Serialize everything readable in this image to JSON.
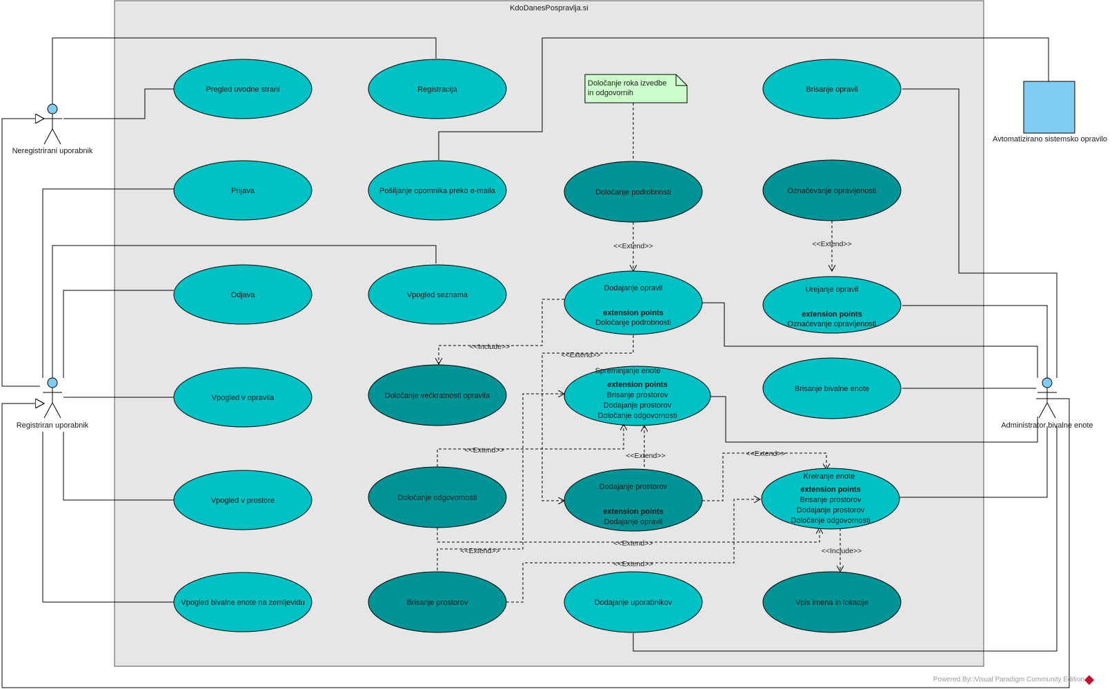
{
  "system": {
    "title": "KdoDanesPospravlja.si"
  },
  "actors": {
    "neregistrirani": "Neregistrirani uporabnik",
    "registriran": "Registriran uporabnik",
    "administrator": "Administrator bivalne enote",
    "avtomatizirano": "Avtomatizirano sistemsko opravilo"
  },
  "note": {
    "line1": "Določanje roka izvedbe",
    "line2": "in odgovornih"
  },
  "use_cases": {
    "pregled": "Pregled uvodne strani",
    "registracija": "Registracija",
    "brisanje_opravil": "Brisanje opravil",
    "prijava": "Prijava",
    "posiljanje": "Pošiljanje opomnika preko e-maila",
    "dolocanje_podrobnosti": "Določanje podrobnosti",
    "oznacevanje": "Označevanje opravljenosti",
    "odjava": "Odjava",
    "vpogled_seznama": "Vpogled seznama",
    "dodajanje_opravil": "Dodajanje opravil",
    "dodajanje_opravil_ep_title": "extension points",
    "dodajanje_opravil_ep1": "Določanje podrobnosti",
    "urejanje_opravil": "Urejanje opravil",
    "urejanje_opravil_ep_title": "extension points",
    "urejanje_opravil_ep1": "Označevanje opravljenosti",
    "vpogled_opravila": "Vpogled v opravila",
    "veckratnost": "Določanje večkratnosti opravila",
    "spreminjanje_enote": "Spreminjanje enote",
    "spreminjanje_ep_title": "extension points",
    "spreminjanje_ep1": "Brisanje prostorov",
    "spreminjanje_ep2": "Dodajanje prostorov",
    "spreminjanje_ep3": "Določanje odgovornosti",
    "brisanje_bivalne": "Brisanje bivalne enote",
    "vpogled_prostore": "Vpogled v prostore",
    "dolocanje_odgovornosti": "Določanje odgovornosti",
    "dodajanje_prostorov": "Dodajanje prostorov",
    "dodajanje_prostorov_ep_title": "extension points",
    "dodajanje_prostorov_ep1": "Dodajanje opravil",
    "kreiranje_enote": "Kreiranje enote",
    "kreiranje_ep_title": "extension points",
    "kreiranje_ep1": "Brisanje prostorov",
    "kreiranje_ep2": "Dodajanje prostorov",
    "kreiranje_ep3": "Določanje odgovornosti",
    "vpogled_zemljevid": "Vpogled bivalne enote na zemljevidu",
    "brisanje_prostorov": "Brisanje prostorov",
    "dodajanje_uporabnikov": "Dodajanje uporabnikov",
    "vpis_imena": "Vpis imena in lokacije"
  },
  "relations": {
    "extend": "<<Extend>>",
    "include": "<<Include>>"
  },
  "colors": {
    "use_case_light": "#00c1c4",
    "use_case_dark": "#009497",
    "system_bg": "#e6e6e6",
    "actor_head": "#7fcef2",
    "note_bg": "#ccffcc",
    "artifact_bg": "#7fcef2"
  },
  "footer": {
    "text": "Powered By□Visual Paradigm Community Edition"
  }
}
